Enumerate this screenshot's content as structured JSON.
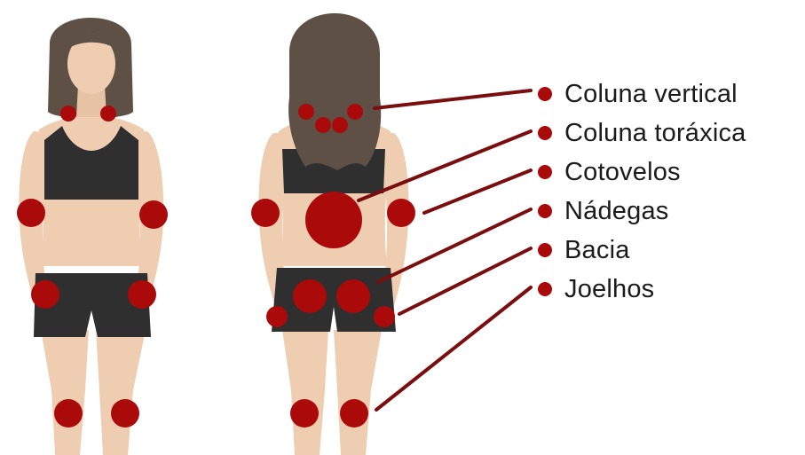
{
  "colors": {
    "marker": "#aa0a0a",
    "skin": "#eecdb1",
    "skin_shadow": "#e2b898",
    "hair": "#5e5044",
    "clothing": "#2f2f2f",
    "leader_line": "#7a0d0d"
  },
  "figures": [
    {
      "view": "front"
    },
    {
      "view": "back"
    }
  ],
  "legend": {
    "items": [
      {
        "label": "Coluna vertical",
        "icon": "bullet-dot-icon"
      },
      {
        "label": "Coluna toráxica",
        "icon": "bullet-dot-icon"
      },
      {
        "label": "Cotovelos",
        "icon": "bullet-dot-icon"
      },
      {
        "label": "Nádegas",
        "icon": "bullet-dot-icon"
      },
      {
        "label": "Bacia",
        "icon": "bullet-dot-icon"
      },
      {
        "label": "Joelhos",
        "icon": "bullet-dot-icon"
      }
    ]
  }
}
